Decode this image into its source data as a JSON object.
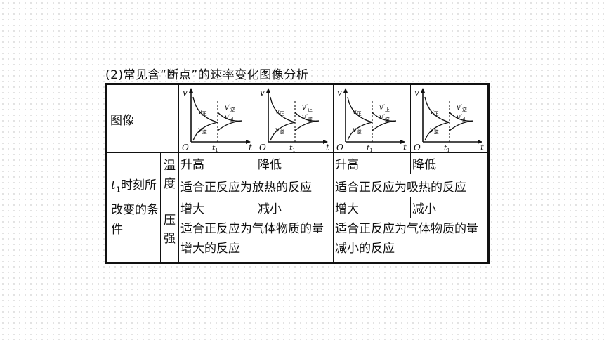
{
  "title": "(2)常见含“断点”的速率变化图像分析",
  "table": {
    "row_image_label": "图像",
    "row_condition_label_var": "t",
    "row_condition_label_sub": "1",
    "row_condition_label_rest": "时刻所改变的条件",
    "temperature_label": "温度",
    "pressure_label": "压强",
    "temperature_values": [
      "升高",
      "降低",
      "升高",
      "降低"
    ],
    "temperature_desc": [
      "适合正反应为放热的反应",
      "适合正反应为吸热的反应"
    ],
    "pressure_values": [
      "增大",
      "减小",
      "增大",
      "减小"
    ],
    "pressure_desc": [
      "适合正反应为气体物质的量增大的反应",
      "适合正反应为气体物质的量减小的反应"
    ]
  },
  "graphs": [
    {
      "axis_v": "v",
      "axis_t": "t",
      "origin": "O",
      "tick": "t",
      "tick_sub": "1",
      "lower_label": "v正",
      "upper_label": "v逆",
      "after_upper": "v′逆",
      "after_lower": "v′正"
    },
    {
      "axis_v": "v",
      "axis_t": "t",
      "origin": "O",
      "tick": "t",
      "tick_sub": "1",
      "lower_label": "v正",
      "upper_label": "v逆",
      "after_upper": "v′正",
      "after_lower": "v′逆"
    },
    {
      "axis_v": "v",
      "axis_t": "t",
      "origin": "O",
      "tick": "t",
      "tick_sub": "1",
      "lower_label": "v正",
      "upper_label": "v逆",
      "after_upper": "v′正",
      "after_lower": "v′逆"
    },
    {
      "axis_v": "v",
      "axis_t": "t",
      "origin": "O",
      "tick": "t",
      "tick_sub": "1",
      "lower_label": "v正",
      "upper_label": "v逆",
      "after_upper": "v′逆",
      "after_lower": "v′正"
    }
  ]
}
